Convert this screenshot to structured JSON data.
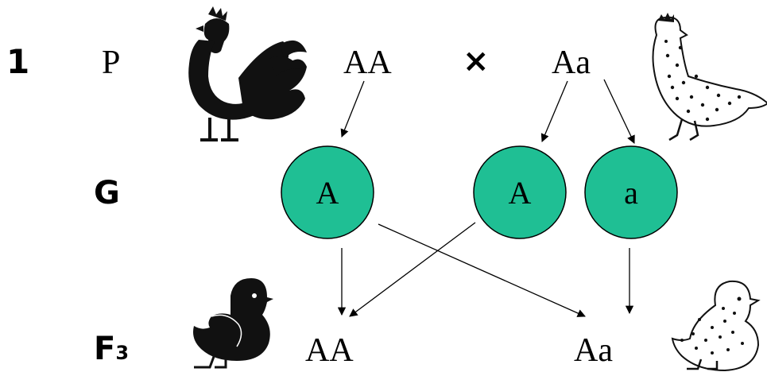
{
  "problem_number": "1",
  "rows": {
    "parents_label": "P",
    "gametes_label": "G",
    "offspring_label": "F",
    "offspring_subscript": "3"
  },
  "parents": {
    "father_genotype": "AA",
    "cross_symbol": "×",
    "mother_genotype": "Aa"
  },
  "gametes": {
    "g1": "A",
    "g2": "A",
    "g3": "a"
  },
  "offspring": {
    "o1": "AA",
    "o2": "Aa"
  },
  "colors": {
    "gamete_fill": "#1fbf94",
    "gamete_stroke": "#000000",
    "line": "#000000",
    "bird_black": "#111111",
    "bird_spotted_fill": "#ffffff"
  },
  "icons": [
    "rooster-icon",
    "hen-icon",
    "black-chick-icon",
    "spotted-chick-icon"
  ]
}
